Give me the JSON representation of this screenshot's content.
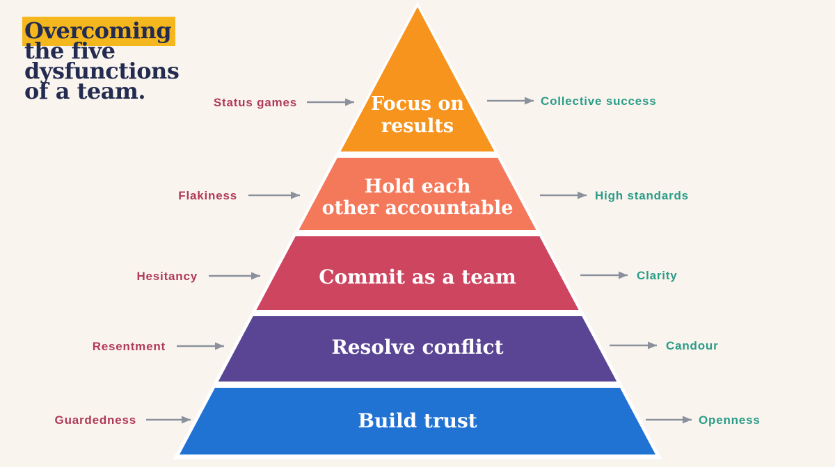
{
  "title": {
    "highlight_word": "Overcoming",
    "lines": [
      "the five",
      "dysfunctions",
      "of a team."
    ]
  },
  "pyramid": {
    "levels": [
      {
        "label_lines": [
          "Focus on",
          "results"
        ],
        "color": "#F7941E",
        "dysfunction": "Status games",
        "outcome": "Collective success"
      },
      {
        "label_lines": [
          "Hold each",
          "other accountable"
        ],
        "color": "#F4795B",
        "dysfunction": "Flakiness",
        "outcome": "High standards"
      },
      {
        "label_lines": [
          "Commit as a team"
        ],
        "color": "#CE4560",
        "dysfunction": "Hesitancy",
        "outcome": "Clarity"
      },
      {
        "label_lines": [
          "Resolve conflict"
        ],
        "color": "#5A4594",
        "dysfunction": "Resentment",
        "outcome": "Candour"
      },
      {
        "label_lines": [
          "Build trust"
        ],
        "color": "#2173D3",
        "dysfunction": "Guardedness",
        "outcome": "Openness"
      }
    ]
  },
  "colors": {
    "background": "#FAF4EF",
    "title_text": "#232C50",
    "title_highlight": "#F5B71E",
    "dysfunction_label_text": "#B03A55",
    "outcome_label_text": "#2A9C87",
    "arrow": "#8A919C",
    "level_text": "#FFFFFF",
    "pyramid_outline": "#FFFFFF"
  }
}
